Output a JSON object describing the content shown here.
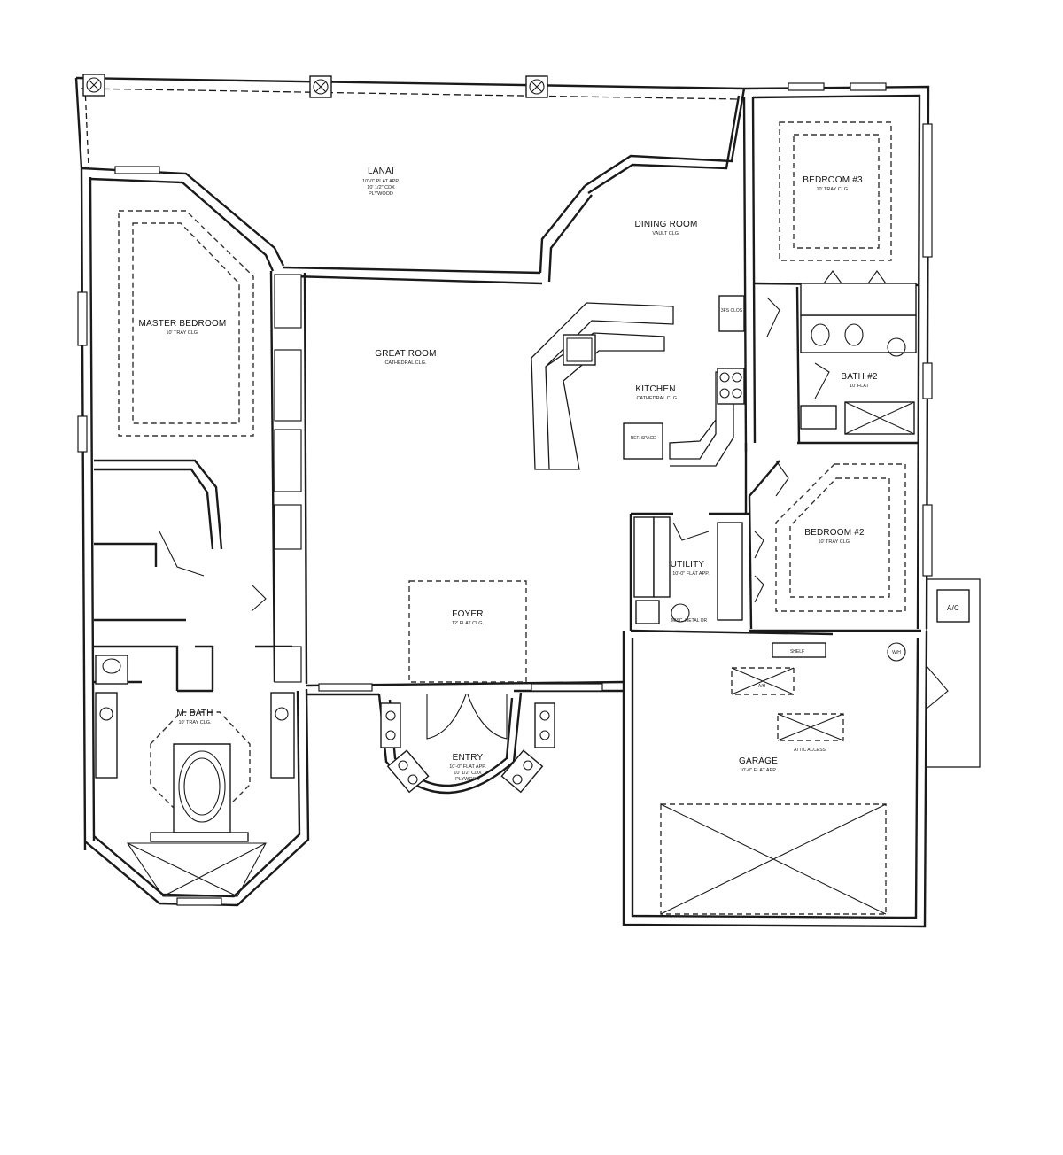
{
  "rooms": {
    "lanai": {
      "name": "LANAI",
      "notes": [
        "10'-0\" PLAT APP.",
        "10' 1/2\" CDX",
        "PLYWOOD"
      ]
    },
    "dining": {
      "name": "DINING ROOM",
      "notes": [
        "VAULT CLG."
      ]
    },
    "bedroom3": {
      "name": "BEDROOM #3",
      "notes": [
        "10' TRAY CLG."
      ]
    },
    "master": {
      "name": "MASTER BEDROOM",
      "notes": [
        "10' TRAY CLG."
      ]
    },
    "great": {
      "name": "GREAT ROOM",
      "notes": [
        "CATHEDRAL CLG."
      ]
    },
    "kitchen": {
      "name": "KITCHEN",
      "notes": [
        "CATHEDRAL CLG."
      ]
    },
    "bath2": {
      "name": "BATH #2",
      "notes": [
        "10' FLAT"
      ]
    },
    "bedroom2": {
      "name": "BEDROOM #2",
      "notes": [
        "10' TRAY CLG."
      ]
    },
    "utility": {
      "name": "UTILITY",
      "notes": [
        "10'-0\" FLAT APP."
      ]
    },
    "foyer": {
      "name": "FOYER",
      "notes": [
        "12' FLAT CLG."
      ]
    },
    "entry": {
      "name": "ENTRY",
      "notes": [
        "10'-0\" FLAT APP.",
        "10' 1/2\" CDX",
        "PLYWOOD"
      ]
    },
    "mbath": {
      "name": "M. BATH",
      "notes": [
        "10' TRAY CLG."
      ]
    },
    "garage": {
      "name": "GARAGE",
      "notes": [
        "10'-0\" FLAT APP."
      ]
    }
  },
  "fixtures": {
    "ac": "A/C",
    "attic_access": "ATTIC ACCESS",
    "pantry": "3FS CLOS",
    "refrig": "REF. SPACE",
    "wh": "W/H",
    "misc": "MISC. METAL OR",
    "ahu": "A/H",
    "shelf": "SHELF"
  }
}
